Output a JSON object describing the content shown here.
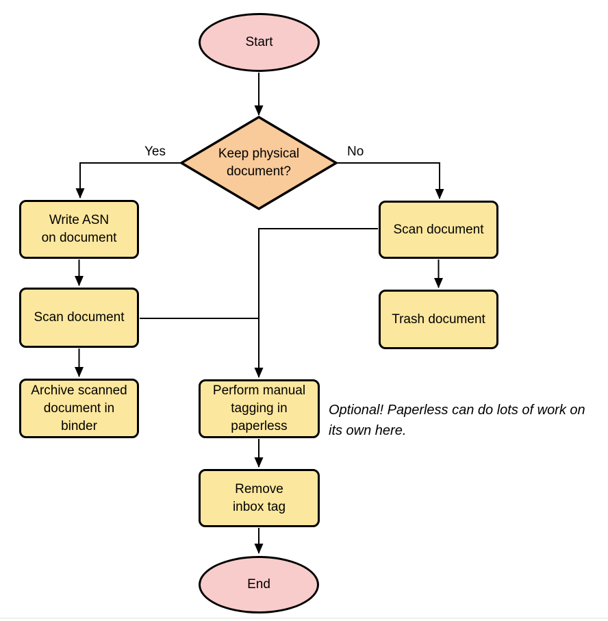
{
  "diagram": {
    "type": "flowchart",
    "nodes": {
      "start": {
        "label": "Start",
        "shape": "terminal"
      },
      "decision": {
        "label": "Keep physical\ndocument?",
        "shape": "decision"
      },
      "write_asn": {
        "label": "Write ASN\non document",
        "shape": "process"
      },
      "scan_left": {
        "label": "Scan document",
        "shape": "process"
      },
      "archive": {
        "label": "Archive scanned\ndocument in\nbinder",
        "shape": "process"
      },
      "scan_right": {
        "label": "Scan document",
        "shape": "process"
      },
      "trash": {
        "label": "Trash document",
        "shape": "process"
      },
      "tagging": {
        "label": "Perform manual\ntagging in\npaperless",
        "shape": "process"
      },
      "remove_inbox": {
        "label": "Remove\ninbox tag",
        "shape": "process"
      },
      "end": {
        "label": "End",
        "shape": "terminal"
      }
    },
    "edge_labels": {
      "yes": "Yes",
      "no": "No"
    },
    "edges": [
      {
        "from": "start",
        "to": "decision"
      },
      {
        "from": "decision",
        "to": "write_asn",
        "label": "Yes"
      },
      {
        "from": "decision",
        "to": "scan_right",
        "label": "No"
      },
      {
        "from": "write_asn",
        "to": "scan_left"
      },
      {
        "from": "scan_left",
        "to": "archive"
      },
      {
        "from": "scan_left",
        "to": "tagging"
      },
      {
        "from": "scan_right",
        "to": "trash"
      },
      {
        "from": "scan_right",
        "to": "tagging"
      },
      {
        "from": "tagging",
        "to": "remove_inbox"
      },
      {
        "from": "remove_inbox",
        "to": "end"
      }
    ],
    "annotation": {
      "text": "Optional! Paperless can do lots of work on\nits own here."
    }
  },
  "colors": {
    "terminal_fill": "#F8CCCB",
    "process_fill": "#FCE79E",
    "decision_fill": "#F9CA9A",
    "stroke": "#000000",
    "footer_line": "#F1EFE9"
  }
}
